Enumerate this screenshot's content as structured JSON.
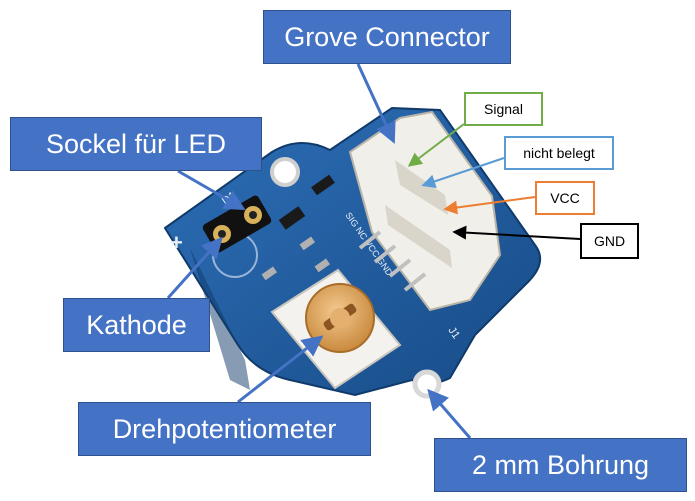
{
  "labels": {
    "grove_connector": "Grove Connector",
    "sockel": "Sockel für LED",
    "kathode": "Kathode",
    "drehpotentiometer": "Drehpotentiometer",
    "bohrung": "2 mm Bohrung",
    "signal": "Signal",
    "nicht_belegt": "nicht belegt",
    "vcc": "VCC",
    "gnd": "GND"
  },
  "board_silkscreen": {
    "plus_mark": "+",
    "d1": "D1",
    "j1": "J1",
    "pins": "SIG NC VCC GND"
  },
  "colors": {
    "label_fill": "#4472c4",
    "board_blue": "#1d5aa0",
    "signal_border": "#70ad47",
    "nicht_belegt_border": "#5b9bd5",
    "vcc_border": "#ed7d31",
    "gnd_border": "#000000"
  }
}
